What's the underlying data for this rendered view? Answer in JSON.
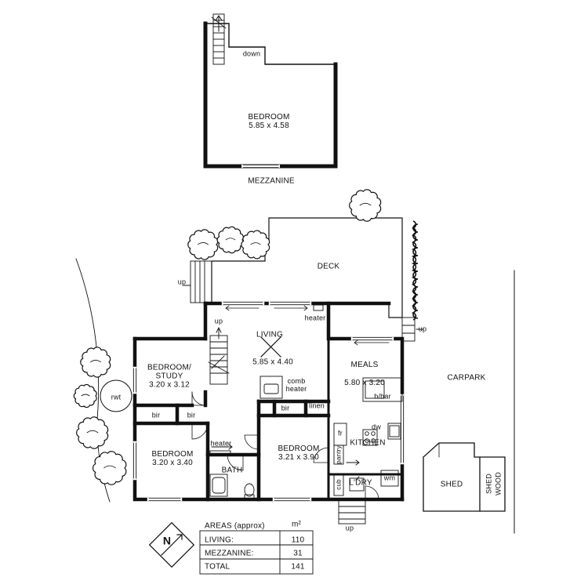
{
  "mezzanine": {
    "caption": "MEZZANINE",
    "bedroom": {
      "name": "BEDROOM",
      "size": "5.85 x 4.58"
    },
    "stair_label": "down"
  },
  "ground": {
    "deck": "DECK",
    "carpark": "CARPARK",
    "rwt": "rwt",
    "up_labels": [
      "up",
      "up",
      "up",
      "up"
    ],
    "living": {
      "name": "LIVING",
      "size": "5.85 x 4.40"
    },
    "meals": {
      "name": "MEALS",
      "size": "5.80 x 3.20"
    },
    "bedroom_study": {
      "name1": "BEDROOM/",
      "name2": "STUDY",
      "size": "3.20 x 3.12"
    },
    "bedroom_sw": {
      "name": "BEDROOM",
      "size": "3.20 x 3.40"
    },
    "bedroom_mid": {
      "name": "BEDROOM",
      "size": "3.21 x 3.90"
    },
    "bath": "BATH",
    "kitchen": "KITCHEN",
    "ldry": "L'DRY",
    "shed": "SHED",
    "wood": "WOOD",
    "shed_sub": "SHED",
    "fixtures": {
      "heater_living": "heater",
      "heater_hall": "heater",
      "comb_heater": "comb heater",
      "bir_study": "bir",
      "bir_bed": "bir",
      "bir_mid": "bir",
      "linen": "linen",
      "bbar": "b/bar",
      "dw": "dw",
      "fr": "fr",
      "pantry": "pantry",
      "cub": "cub",
      "wm": "wm"
    }
  },
  "areas": {
    "title": "AREAS (approx)",
    "unit": "m²",
    "rows": [
      {
        "label": "LIVING:",
        "value": "110"
      },
      {
        "label": "MEZZANINE:",
        "value": "31"
      },
      {
        "label": "TOTAL",
        "value": "141"
      }
    ]
  },
  "compass": {
    "letter": "N"
  }
}
